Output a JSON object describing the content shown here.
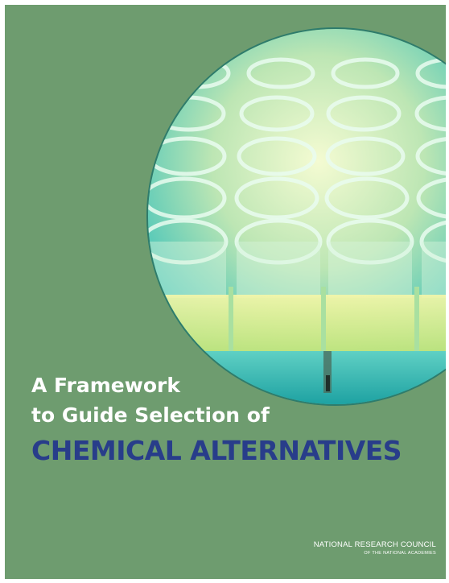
{
  "cover": {
    "background_color": "#6e9c6f",
    "title_accent_color": "#283d8a",
    "image": {
      "subject": "lab-well-plate-photo"
    },
    "title": {
      "line1": "A Framework",
      "line2": "to Guide Selection of",
      "line3": "CHEMICAL ALTERNATIVES"
    },
    "publisher": {
      "name": "NATIONAL RESEARCH COUNCIL",
      "sub": "OF THE NATIONAL ACADEMIES"
    }
  }
}
